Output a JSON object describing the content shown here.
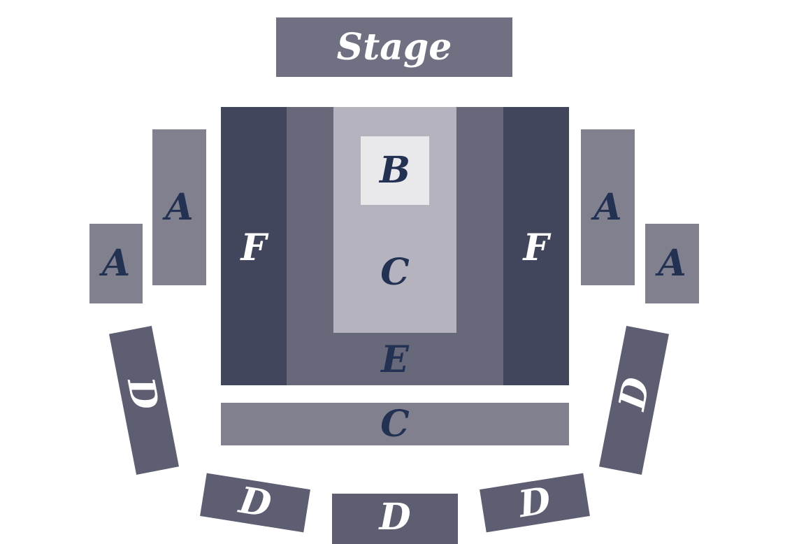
{
  "stage": {
    "label": "Stage",
    "color": "#6f7082"
  },
  "sections": {
    "f_left": {
      "label": "F",
      "color": "#41465d"
    },
    "f_right": {
      "label": "F",
      "color": "#41465d"
    },
    "e": {
      "label": "E",
      "color": "#676879"
    },
    "c_center": {
      "label": "C",
      "color": "#b5b4be"
    },
    "b": {
      "label": "B",
      "color": "#e9e9ec"
    },
    "c_front": {
      "label": "C",
      "color": "#81808f"
    },
    "a_left_inner": {
      "label": "A",
      "color": "#81808f"
    },
    "a_left_outer": {
      "label": "A",
      "color": "#81808f"
    },
    "a_right_inner": {
      "label": "A",
      "color": "#81808f"
    },
    "a_right_outer": {
      "label": "A",
      "color": "#81808f"
    },
    "d_left_side": {
      "label": "D",
      "color": "#5d5e72"
    },
    "d_right_side": {
      "label": "D",
      "color": "#5d5e72"
    },
    "d_bottom_left": {
      "label": "D",
      "color": "#5d5e72"
    },
    "d_bottom_mid": {
      "label": "D",
      "color": "#5d5e72"
    },
    "d_bottom_right": {
      "label": "D",
      "color": "#5d5e72"
    }
  },
  "text_colors": {
    "dark": "#233153",
    "light": "#ffffff"
  }
}
